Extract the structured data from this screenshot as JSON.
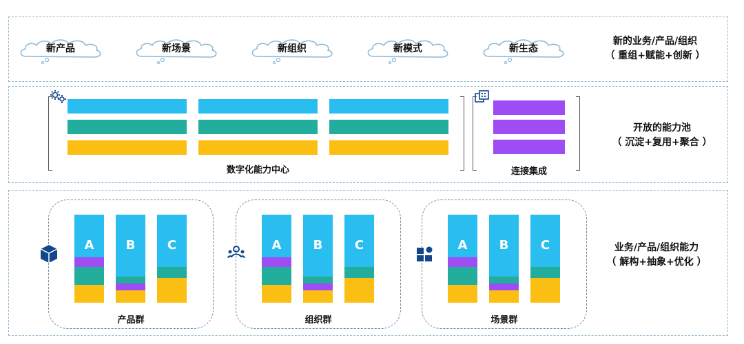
{
  "top": {
    "clouds": [
      "新产品",
      "新场景",
      "新组织",
      "新模式",
      "新生态"
    ],
    "label_line1": "新的业务/产品/组织",
    "label_line2": "（ 重组+赋能+创新 ）"
  },
  "middle": {
    "digital_caption": "数字化能力中心",
    "integration_caption": "连接集成",
    "label_line1": "开放的能力池",
    "label_line2": "（ 沉淀+复用+聚合 ）"
  },
  "bottom": {
    "groups": [
      {
        "caption": "产品群",
        "icon": "cube-icon"
      },
      {
        "caption": "组织群",
        "icon": "people-icon"
      },
      {
        "caption": "场景群",
        "icon": "grid-icon"
      }
    ],
    "column_letters": [
      "A",
      "B",
      "C"
    ],
    "label_line1": "业务/产品/组织能力",
    "label_line2": "（ 解构+抽象+优化 ）"
  },
  "colors": {
    "blue": "#29bdf0",
    "teal": "#22ad9c",
    "yellow": "#fbbf13",
    "purple": "#9d4df3",
    "icon_navy": "#14468c"
  }
}
